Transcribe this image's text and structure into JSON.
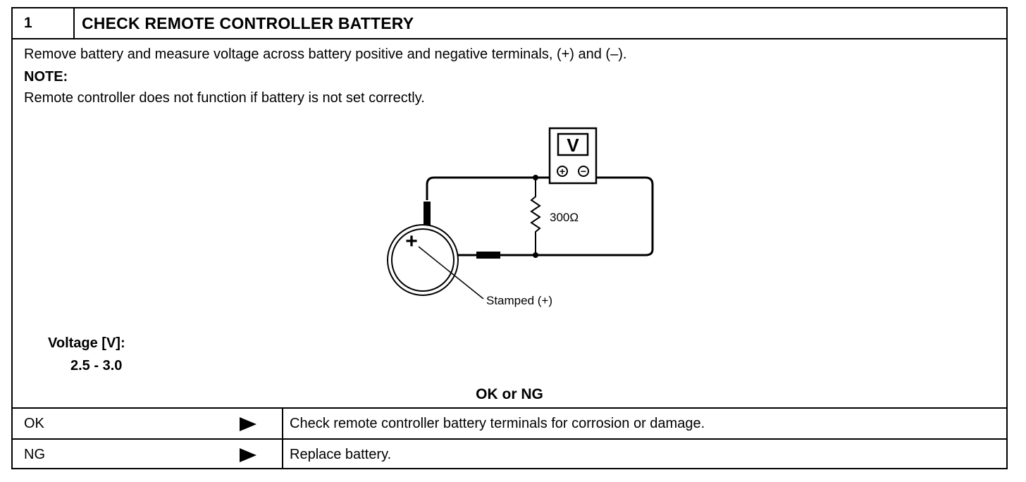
{
  "step": {
    "number": "1",
    "title": "CHECK REMOTE CONTROLLER BATTERY"
  },
  "instructions": {
    "main": "Remove battery and measure voltage across battery positive and negative terminals, (+) and (–).",
    "note_label": "NOTE:",
    "note_text": "Remote controller does not function if battery is not set correctly."
  },
  "diagram": {
    "meter_symbol": "V",
    "meter_pos_terminal": "+",
    "meter_neg_terminal": "−",
    "resistor_label": "300Ω",
    "battery_plus": "+",
    "stamped_label": "Stamped (+)"
  },
  "spec": {
    "label": "Voltage [V]:",
    "value": "2.5 - 3.0"
  },
  "result": {
    "title": "OK or NG",
    "rows": [
      {
        "result": "OK",
        "action": "Check remote controller battery terminals for corrosion or damage."
      },
      {
        "result": "NG",
        "action": "Replace battery."
      }
    ]
  },
  "colors": {
    "ink": "#000000",
    "background": "#ffffff"
  }
}
